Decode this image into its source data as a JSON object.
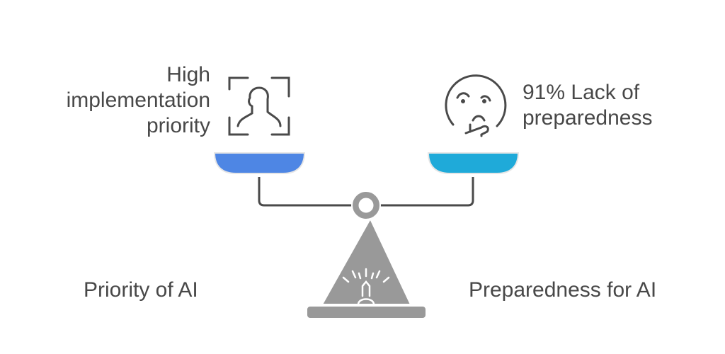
{
  "left": {
    "description": "High implementation priority",
    "label": "Priority of AI",
    "icon": "person-scan-icon",
    "color": "#4E86E4"
  },
  "right": {
    "description": "91% Lack of preparedness",
    "label": "Preparedness for AI",
    "icon": "thinking-face-icon",
    "color": "#1FAAD9"
  }
}
